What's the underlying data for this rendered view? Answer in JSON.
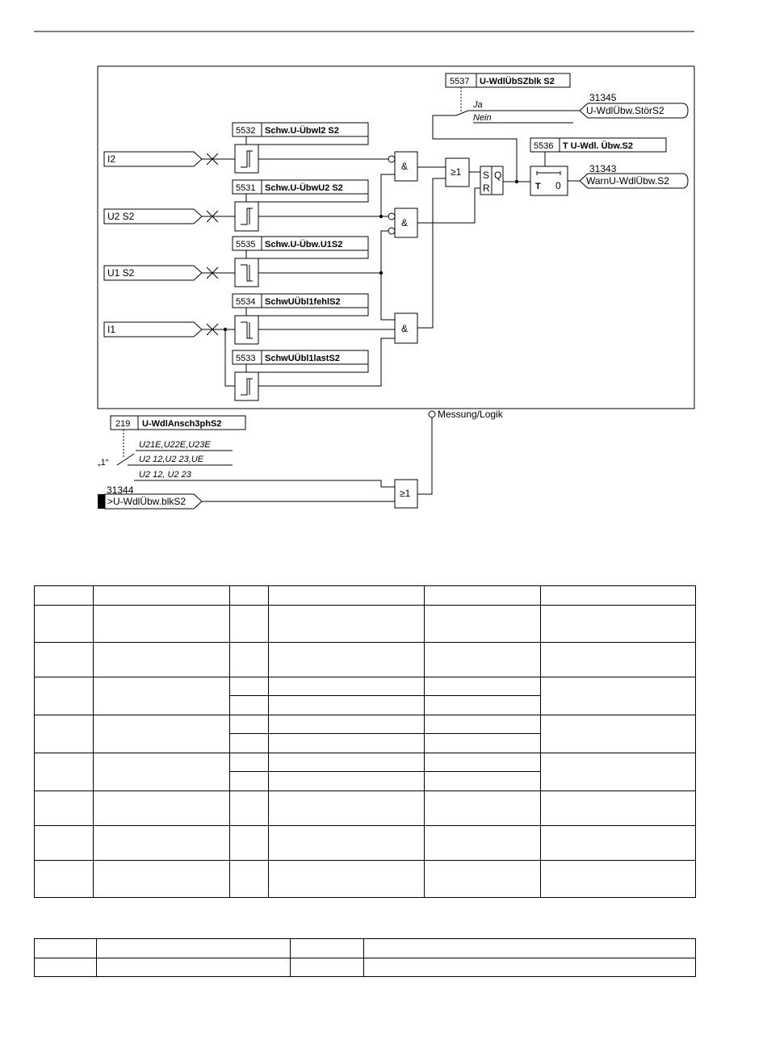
{
  "params": {
    "p5537": {
      "num": "5537",
      "name": "U-WdlÜbSZblk S2",
      "opt_ja": "Ja",
      "opt_nein": "Nein"
    },
    "p5532": {
      "num": "5532",
      "name": "Schw.U-Übwl2 S2"
    },
    "p5531": {
      "num": "5531",
      "name": "Schw.U-ÜbwU2 S2"
    },
    "p5535": {
      "num": "5535",
      "name": "Schw.U-Übw.U1S2"
    },
    "p5534": {
      "num": "5534",
      "name": "SchwUÜbl1fehlS2"
    },
    "p5533": {
      "num": "5533",
      "name": "SchwUÜbl1lastS2"
    },
    "p5536": {
      "num": "5536",
      "name": "T U-Wdl. Übw.S2",
      "t_label": "T",
      "zero_label": "0"
    },
    "p219": {
      "num": "219",
      "name": "U-WdlAnsch3phS2",
      "opt1": "U21E,U22E,U23E",
      "opt2": "U2 12,U2 23,UE",
      "opt3": "U2 12, U2 23",
      "selector": "„1“"
    }
  },
  "inputs": {
    "i2": "I2",
    "u2": "U2 S2",
    "u1": "U1 S2",
    "i1": "I1"
  },
  "outputs": {
    "o31345": {
      "num": "31345",
      "label": "U-WdlÜbw.StörS2"
    },
    "o31343": {
      "num": "31343",
      "label": "WarnU-WdlÜbw.S2"
    },
    "o31344": {
      "num": "31344",
      "label": ">U-WdlÜbw.blkS2"
    }
  },
  "gates": {
    "and": "&",
    "or": "≥1",
    "s": "S",
    "r": "R",
    "q": "Q"
  },
  "footer_label": "Messung/Logik"
}
